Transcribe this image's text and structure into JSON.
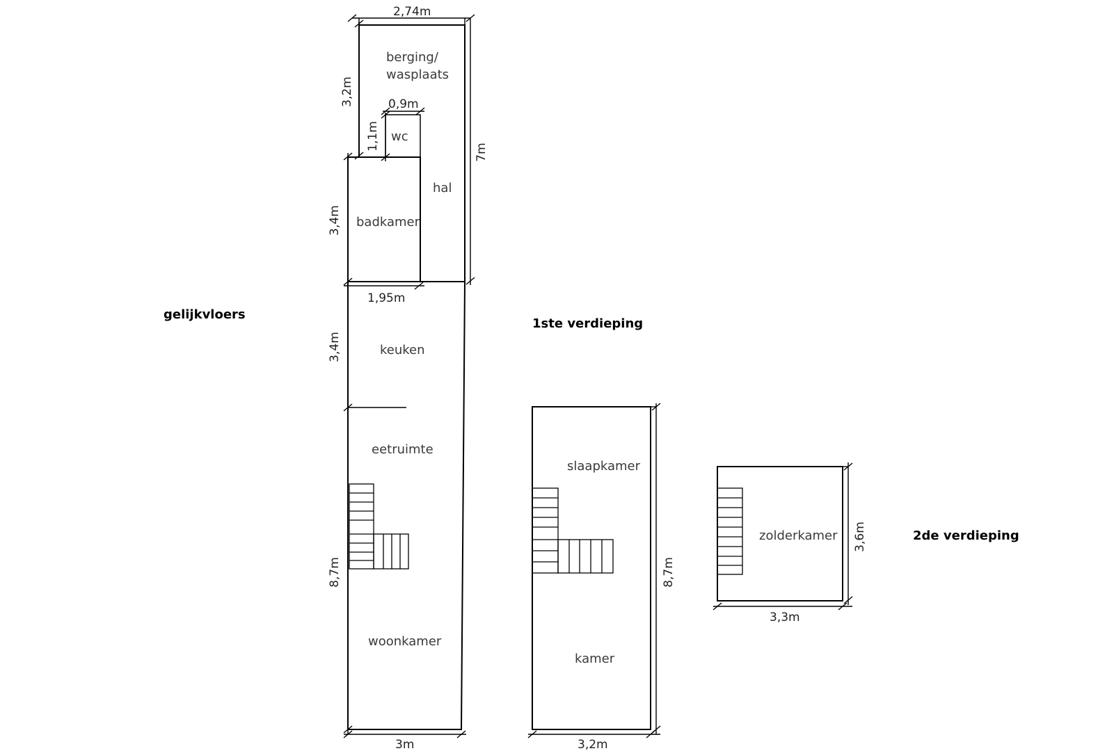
{
  "floors": {
    "ground": "gelijkvloers",
    "first": "1ste verdieping",
    "second": "2de verdieping"
  },
  "rooms": {
    "berging_line1": "berging/",
    "berging_line2": "wasplaats",
    "wc": "wc",
    "hal": "hal",
    "badkamer": "badkamer",
    "keuken": "keuken",
    "eetruimte": "eetruimte",
    "woonkamer": "woonkamer",
    "slaapkamer": "slaapkamer",
    "kamer": "kamer",
    "zolderkamer": "zolderkamer"
  },
  "dimensions": {
    "annex_width": "2,74m",
    "berging_depth": "3,2m",
    "wc_width": "0,9m",
    "wc_depth": "1,1m",
    "annex_depth": "7m",
    "badkamer_depth": "3,4m",
    "badkamer_width": "1,95m",
    "keuken_depth": "3,4m",
    "ground_depth": "8,7m",
    "ground_width": "3m",
    "first_depth": "8,7m",
    "first_width": "3,2m",
    "attic_depth": "3,6m",
    "attic_width": "3,3m"
  }
}
